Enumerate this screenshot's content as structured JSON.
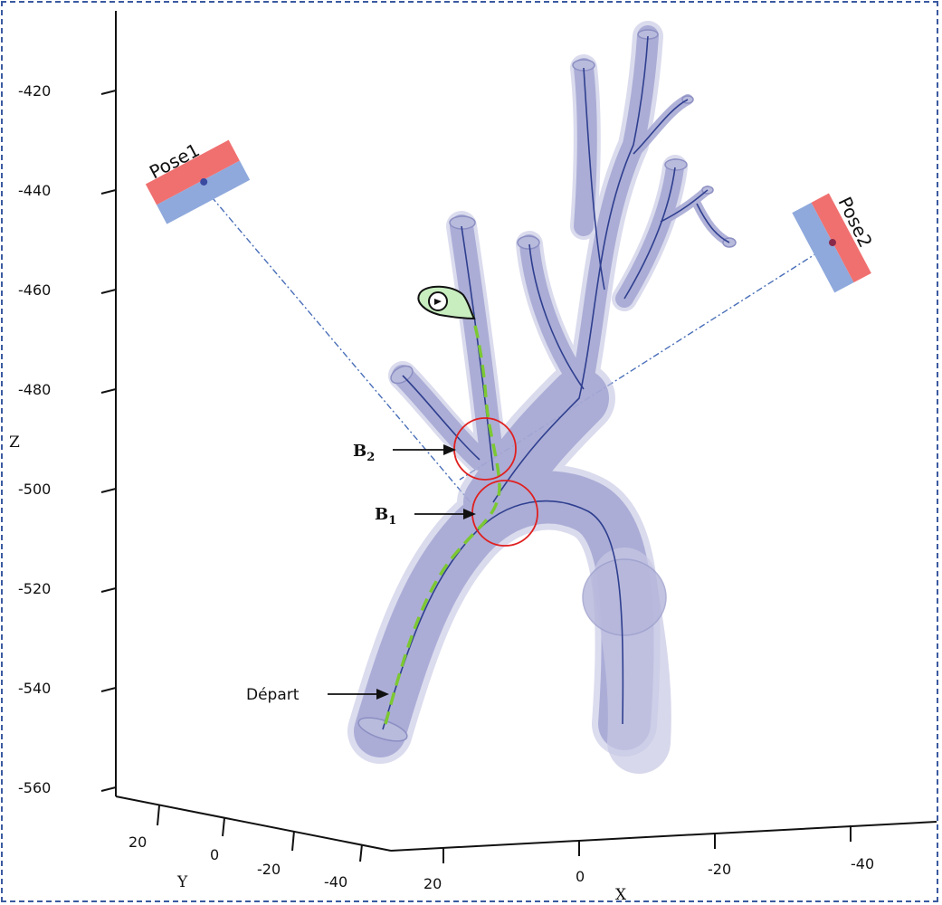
{
  "axes": {
    "z_label": "Z",
    "y_label": "Y",
    "x_label": "X",
    "z_ticks": [
      "-420",
      "-440",
      "-460",
      "-480",
      "-500",
      "-520",
      "-540",
      "-560"
    ],
    "y_ticks": [
      "20",
      "0",
      "-20",
      "-40"
    ],
    "x_ticks": [
      "20",
      "0",
      "-20",
      "-40"
    ]
  },
  "poses": {
    "pose1": "Pose1",
    "pose2": "Pose2"
  },
  "annotations": {
    "b2": {
      "letter": "B",
      "sub": "2"
    },
    "b1": {
      "letter": "B",
      "sub": "1"
    },
    "start": "Départ"
  },
  "colors": {
    "vessel_fill": "#9a9ccc",
    "vessel_stroke": "#7f82b8",
    "centerline": "#2f3f8f",
    "path_dash": "#7cc832",
    "circle": "#e02020",
    "pose_red": "#f07070",
    "pose_blue": "#8fa9dc",
    "frame": "#3b5aa0"
  },
  "icons": [
    "catheter-tip-icon"
  ]
}
